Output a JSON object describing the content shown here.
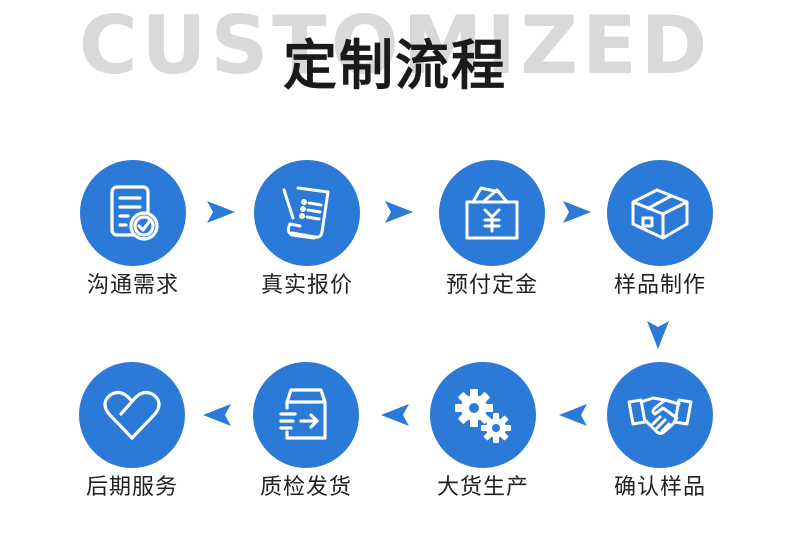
{
  "header": {
    "background_word": "CUSTOMIZED",
    "title": "定制流程"
  },
  "colors": {
    "accent": "#2b7ad8",
    "background_word": "#d9d9d9",
    "title": "#1a1a1a",
    "label": "#222222"
  },
  "steps": [
    {
      "order": 1,
      "label": "沟通需求",
      "icon": "document-check-icon"
    },
    {
      "order": 2,
      "label": "真实报价",
      "icon": "quote-list-pen-icon"
    },
    {
      "order": 3,
      "label": "预付定金",
      "icon": "yuan-wallet-icon"
    },
    {
      "order": 4,
      "label": "样品制作",
      "icon": "box-icon"
    },
    {
      "order": 5,
      "label": "确认样品",
      "icon": "handshake-icon"
    },
    {
      "order": 6,
      "label": "大货生产",
      "icon": "gears-icon"
    },
    {
      "order": 7,
      "label": "质检发货",
      "icon": "shipping-box-icon"
    },
    {
      "order": 8,
      "label": "后期服务",
      "icon": "heart-icon"
    }
  ],
  "arrows": [
    {
      "direction": "right"
    },
    {
      "direction": "right"
    },
    {
      "direction": "right"
    },
    {
      "direction": "down"
    },
    {
      "direction": "left"
    },
    {
      "direction": "left"
    },
    {
      "direction": "left"
    }
  ]
}
